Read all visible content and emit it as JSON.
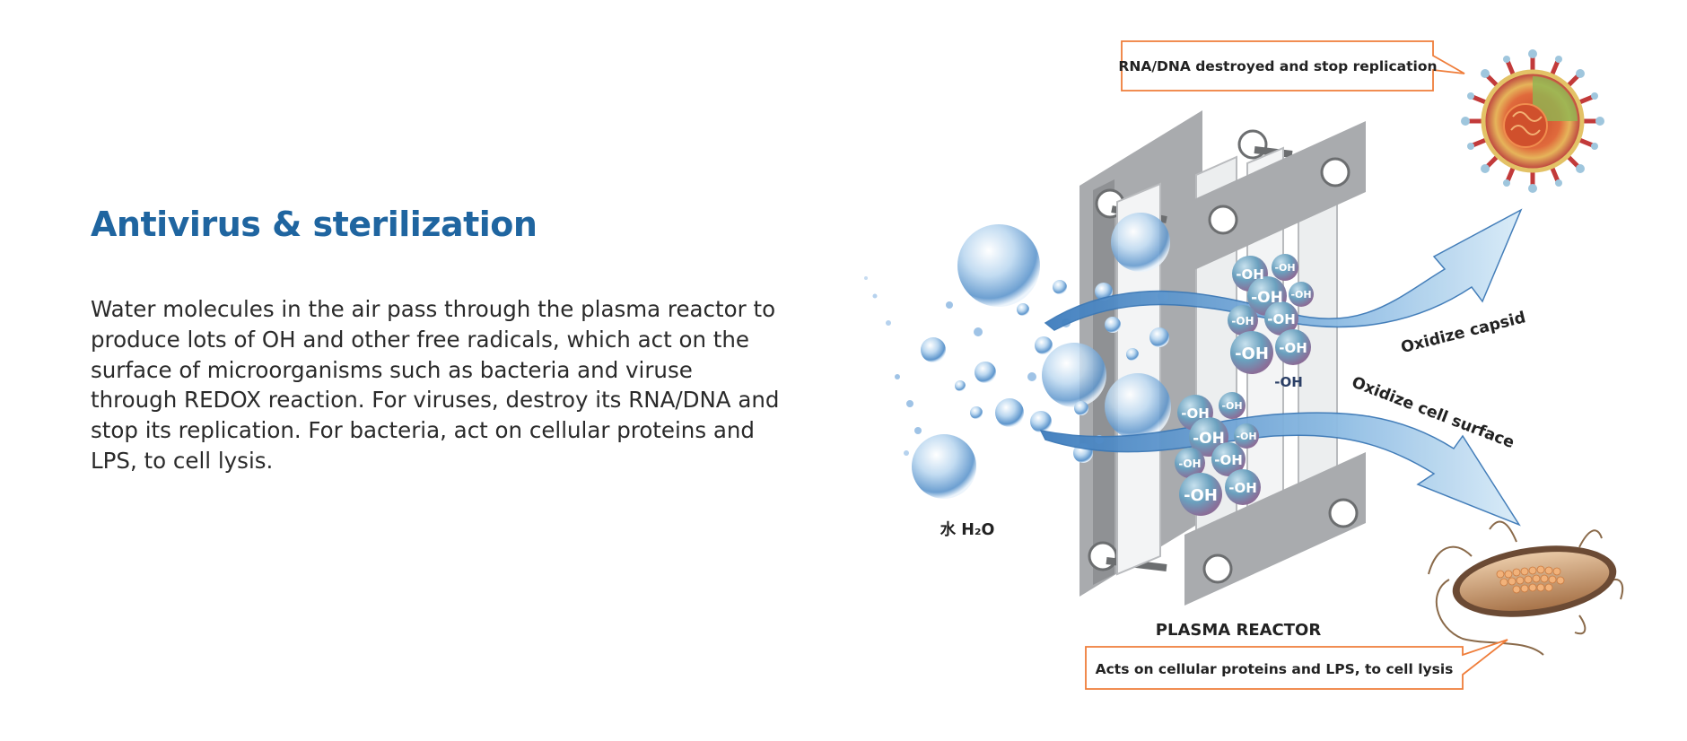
{
  "section": {
    "title": "Antivirus & sterilization",
    "description": "Water molecules in the air pass through the plasma reactor to produce lots of OH and other free radicals, which act on the surface of microorganisms such as bacteria and viruse through REDOX reaction. For viruses, destroy its RNA/DNA and stop its replication. For bacteria, act on cellular proteins and LPS, to cell lysis."
  },
  "diagram": {
    "callout_top": "RNA/DNA destroyed and stop replication",
    "callout_bottom": "Acts on cellular proteins and LPS, to cell lysis",
    "arrow_top_label": "Oxidize capsid",
    "arrow_bottom_label": "Oxidize cell surface",
    "water_label": "水 H₂O",
    "reactor_label": "PLASMA REACTOR",
    "radical_label": "-OH",
    "radical_free_label": "-OH"
  },
  "colors": {
    "title": "#1f65a0",
    "callout_border": "#ef7d3a",
    "reactor_plate": "#a9abae",
    "arrow": "#4f8cc4",
    "radical": "#6aa0be"
  }
}
